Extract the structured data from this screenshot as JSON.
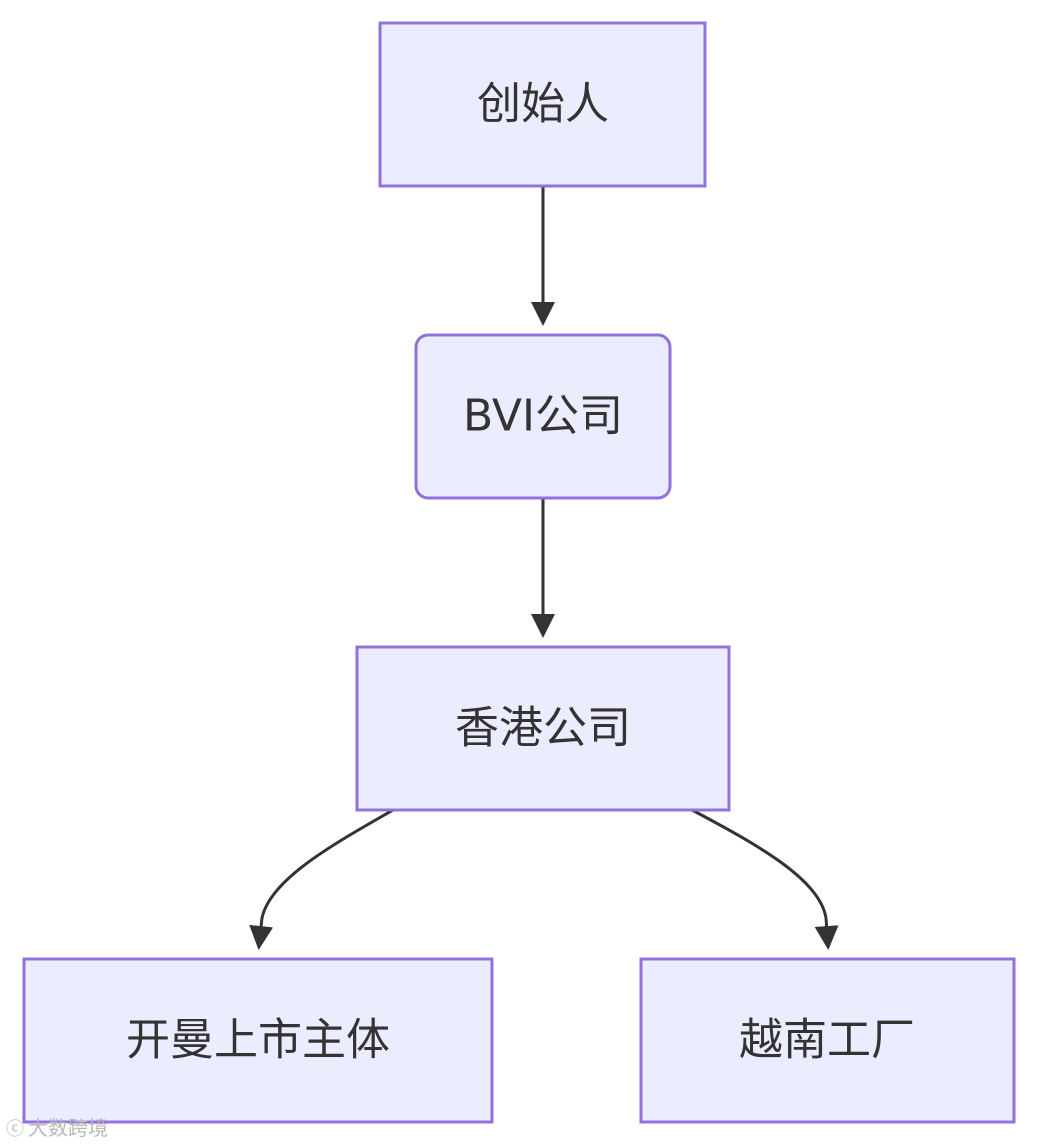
{
  "diagram": {
    "nodes": [
      {
        "id": "founder",
        "label": "创始人",
        "shape": "rect"
      },
      {
        "id": "bvi",
        "label": "BVI公司",
        "shape": "rounded-rect"
      },
      {
        "id": "hk",
        "label": "香港公司",
        "shape": "rect"
      },
      {
        "id": "listed",
        "label": "开曼上市主体",
        "shape": "rect"
      },
      {
        "id": "factory",
        "label": "越南工厂",
        "shape": "rect"
      }
    ],
    "edges": [
      {
        "from": "founder",
        "to": "bvi"
      },
      {
        "from": "bvi",
        "to": "hk"
      },
      {
        "from": "hk",
        "to": "listed"
      },
      {
        "from": "hk",
        "to": "factory"
      }
    ],
    "colors": {
      "node_fill": "#ececff",
      "node_stroke": "#9370db",
      "edge": "#333333",
      "text": "#333333"
    }
  },
  "watermark": {
    "logo": "ⓒ",
    "text": "大数跨境"
  }
}
